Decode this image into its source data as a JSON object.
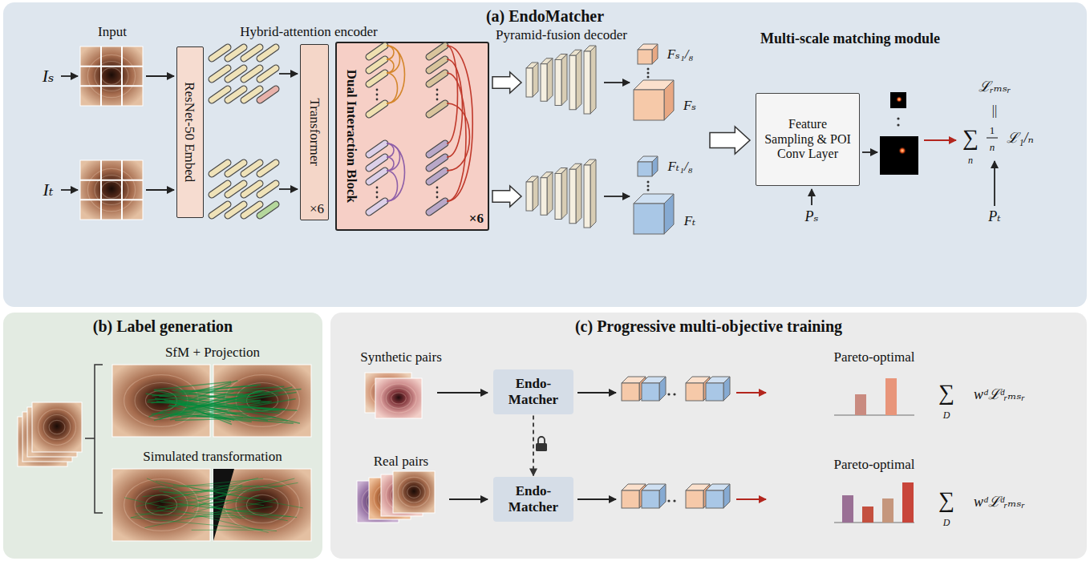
{
  "diagram": {
    "nodes": [
      {
        "text": [
          "(a) EndoMatcher"
        ]
      },
      {
        "text": [
          "ResNet-50 Embed"
        ],
        "in": 0
      },
      {
        "text": [
          "Transformer",
          "×6"
        ],
        "in": 0
      },
      {
        "text": [
          "Dual Interaction Block",
          "×6"
        ],
        "in": 0
      },
      {
        "text": [
          "Feature Sampling & POI Conv Layer"
        ],
        "in": 0
      },
      {
        "text": [
          "(b) Label generation"
        ]
      },
      {
        "text": [
          "(c) Progressive multi-objective training"
        ]
      },
      {
        "text": [
          "Endo- Matcher"
        ],
        "in": 6
      },
      {
        "text": [
          "Endo- Matcher"
        ],
        "in": 6
      }
    ],
    "edges": [
      {
        "from": 7,
        "to": 8,
        "arrow": "to"
      }
    ],
    "labels": [
      "Input",
      "Iₛ",
      "Iₜ",
      "Hybrid-attention encoder",
      "Pyramid-fusion decoder",
      "Fₛ₁/₈",
      "Fₛ",
      "Fₜ₁/₈",
      "Fₜ",
      "Multi-scale matching module",
      "Pₛ",
      "ℒᵣₘₛᵣ",
      "||",
      "∑",
      "n",
      "1",
      "n",
      "ℒ₁/ₙ",
      "Pₜ",
      "SfM + Projection",
      "Simulated transformation",
      "Synthetic pairs",
      "Pareto-optimal",
      "∑",
      "D",
      "wᵈℒᵈᵣₘₛᵣ",
      "Real pairs",
      "Pareto-optimal",
      "∑",
      "D",
      "wᵈℒᵈᵣₘₛᵣ"
    ]
  }
}
